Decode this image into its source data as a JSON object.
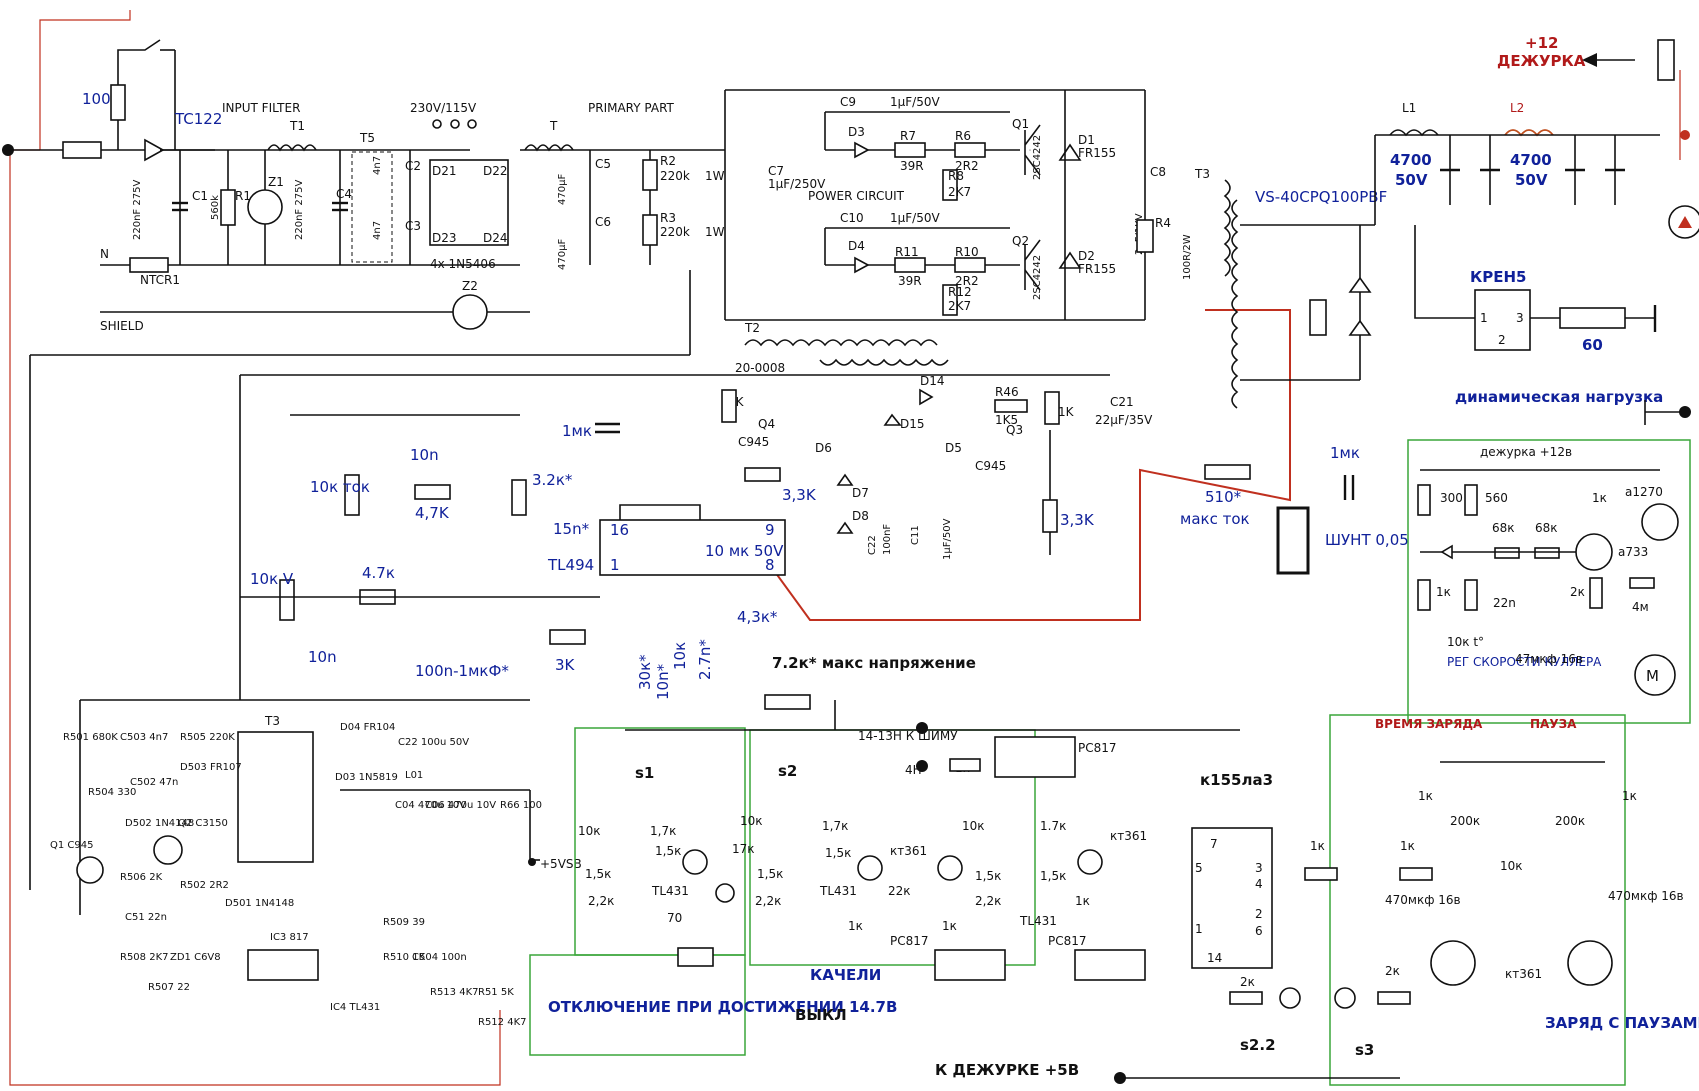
{
  "labels": {
    "tc122": "TC122",
    "r100": "100",
    "input_filter": "INPUT FILTER",
    "t1": "T1",
    "t5": "T5",
    "v230": "230V/115V",
    "primary": "PRIMARY PART",
    "t": "T",
    "c1": "C1",
    "r1": "R1",
    "z1": "Z1",
    "r1val": "560k",
    "c1val": "220nF 275V",
    "c4": "C4",
    "c4val": "220nF 275V",
    "c2": "C2",
    "c3": "C3",
    "d21": "D21",
    "d22": "D22",
    "d23": "D23",
    "d24": "D24",
    "diodes": "4x 1N5406",
    "z2": "Z2",
    "n": "N",
    "ntcr": "NTCR1",
    "shield": "SHIELD",
    "c5": "C5",
    "c6": "C6",
    "c5val": "470µF",
    "c6val": "470µF",
    "r2": "R2",
    "r2val": "220k",
    "r3": "R3",
    "r3val": "220k",
    "w1": "1W",
    "w2": "1W",
    "c7": "C7",
    "c7val": "1µF/250V",
    "c9": "C9",
    "c9val": "1µF/50V",
    "c10": "C10",
    "c10val": "1µF/50V",
    "d3": "D3",
    "d4": "D4",
    "r7": "R7",
    "r7val": "39R",
    "r11": "R11",
    "r11val": "39R",
    "r6": "R6",
    "r6val": "2R2",
    "r10": "R10",
    "r10val": "2R2",
    "r8": "R8",
    "r8val": "2K7",
    "r12": "R12",
    "r12val": "2K7",
    "q1": "Q1",
    "q2": "Q2",
    "q1val": "2SC4242",
    "q2val": "2SC4242",
    "d1": "D1",
    "d1val": "FR155",
    "d2": "D2",
    "d2val": "FR155",
    "power_circuit": "POWER CIRCUIT",
    "c8": "C8",
    "c8val": "2nF/1KV",
    "r4": "R4",
    "r4val": "100R/2W",
    "t3": "T3",
    "vs40": "VS-40CPQ100PBF",
    "t2": "T2",
    "t2val": "20-0008",
    "l1": "L1",
    "l2": "L2",
    "c4700a": "4700",
    "v50a": "50V",
    "c4700b": "4700",
    "v50b": "50V",
    "plus12": "+12",
    "dezhurka": "ДЕЖУРКА",
    "kren5": "КРЕН5",
    "kren_p1": "1",
    "kren_p2": "2",
    "kren_p3": "3",
    "r60": "60",
    "dyn_load": "динамическая нагрузка",
    "r1k_a": "1K",
    "r1k_b": "1K",
    "d14": "D14",
    "r46": "R46",
    "r46val": "1K5",
    "c21": "C21",
    "c21val": "22µF/35V",
    "q4": "Q4",
    "q4val": "C945",
    "q3": "Q3",
    "q3val": "C945",
    "d6": "D6",
    "d5": "D5",
    "d15": "D15",
    "d7": "D7",
    "d8": "D8",
    "c22": "C22",
    "c22val": "100nF",
    "c11": "C11",
    "c11val": "1µF/50V",
    "r33k_a": "3,3K",
    "r33k_b": "3,3K",
    "c1mk": "1мк",
    "c1mk_b": "1мк",
    "r10k_tok": "10к ток",
    "c10n": "10n",
    "r47k": "4,7K",
    "r32k": "3.2к*",
    "c15n": "15n*",
    "tl494": "TL494",
    "pin16": "16",
    "pin1": "1",
    "pin9": "9",
    "pin8": "8",
    "c10mk": "10 мк 50V",
    "r10k_v": "10к V",
    "r4_7k": "4.7к",
    "c10n_b": "10n",
    "c100n": "100n-1мкФ*",
    "r3k": "3K",
    "r30k": "30к*",
    "r10k_c": "10к",
    "c10n_c": "10n*",
    "c27n": "2.7n*",
    "r43k": "4,3к*",
    "max_v": "7.2к*  макс напряжение",
    "r510": "510*",
    "max_tok": "макс ток",
    "shunt": "ШУНТ 0,05",
    "fan_top": "дежурка +12в",
    "f300": "300",
    "f560": "560",
    "f1k_a": "1к",
    "fa1270": "а1270",
    "f68k_a": "68к",
    "f68k_b": "68к",
    "fa733": "а733",
    "f1k_b": "1к",
    "f2k": "2к",
    "f22n": "22n",
    "f4m": "4м",
    "f10kt": "10к t°",
    "f_reg": "РЕГ СКОРОСТИ КУЛЛЕРА",
    "f47": "47мкф 16в",
    "sb_r501": "R501 680K",
    "sb_c503": "C503 4n7",
    "sb_r505": "R505 220K",
    "sb_t3": "T3",
    "sb_d04": "D04 FR104",
    "sb_d503": "D503 FR107",
    "sb_c502": "C502 47n",
    "sb_r504": "R504 330",
    "sb_d502": "D502 1N4148",
    "sb_q2": "Q2 C3150",
    "sb_d03": "D03 1N5819",
    "sb_c22": "C22 100u 50V",
    "sb_l01": "L01",
    "sb_c04": "C04 470u 10V",
    "sb_c06": "C06 470u 10V",
    "sb_r66": "R66 100",
    "sb_5vsb": "+5VSB",
    "sb_q1": "Q1 C945",
    "sb_r506": "R506 2K",
    "sb_c51": "C51 22n",
    "sb_r502": "R502 2R2",
    "sb_d501": "D501 1N4148",
    "sb_r509": "R509 39",
    "sb_r508": "R508 2K7",
    "sb_zd1": "ZD1 C6V8",
    "sb_ic3": "IC3 817",
    "sb_r510": "R510 1K",
    "sb_c504": "C504 100n",
    "sb_r507": "R507 22",
    "sb_r513": "R513 4K7",
    "sb_r51": "R51 5K",
    "sb_ic4": "IC4 TL431",
    "sb_r512": "R512 4K7",
    "s1": "s1",
    "s2": "s2",
    "s22": "s2.2",
    "s3": "s3",
    "k_shim": "14-13Н К ШИМУ",
    "n4": "4Н",
    "pc817_a": "PC817",
    "pc817_b": "PC817",
    "pc817_c": "PC817",
    "r1k_pc": "1к",
    "k155": "к155ла3",
    "ic_p7": "7",
    "ic_p5": "5",
    "ic_p3": "3",
    "ic_p4": "4",
    "ic_p2": "2",
    "ic_p6": "6",
    "ic_p1": "1",
    "ic_p14": "14",
    "c1_10k": "10к",
    "c1_17k": "1,7к",
    "c1_15k_a": "1,5к",
    "c1_15k_b": "1,5к",
    "c1_22k": "2,2к",
    "c1_tl431": "TL431",
    "c1_17k_b": "17к",
    "c1_70": "70",
    "c2_10k": "10к",
    "c2_17k": "1,7к",
    "c2_15k_a": "1,5к",
    "c2_15k_b": "1,5к",
    "c2_22k": "2,2к",
    "c2_tl431": "TL431",
    "c2_kt361": "кт361",
    "c2_22k_b": "22к",
    "c2_1k": "1к",
    "c3_kt361": "кт361",
    "c3_10k": "10к",
    "c3_17k": "1.7к",
    "c3_15k_a": "1,5к",
    "c3_15k_b": "1,5к",
    "c3_22k": "2,2к",
    "c3_tl431": "TL431",
    "c3_1k_a": "1к",
    "c3_1k_b": "1к",
    "g_2k": "2к",
    "g_1k": "1к",
    "p_time": "ВРЕМЯ ЗАРЯДА",
    "p_pause": "ПАУЗА",
    "p_1k_a": "1к",
    "p_1k_b": "1к",
    "p_1k_c": "1к",
    "p_200k_a": "200к",
    "p_200k_b": "200к",
    "p_10k": "10к",
    "p_470a": "470мкф 16в",
    "p_470b": "470мкф 16в",
    "p_kt361": "кт361",
    "p_2k": "2к",
    "cap_otkl": "ОТКЛЮЧЕНИЕ ПРИ ДОСТИЖЕНИИ 14.7В",
    "cap_kacheli": "КАЧЕЛИ",
    "cap_vykl": "ВЫКЛ",
    "cap_dezh5": "К ДЕЖУРКЕ +5В",
    "cap_zaryad": "ЗАРЯД С ПАУЗАМИ"
  }
}
